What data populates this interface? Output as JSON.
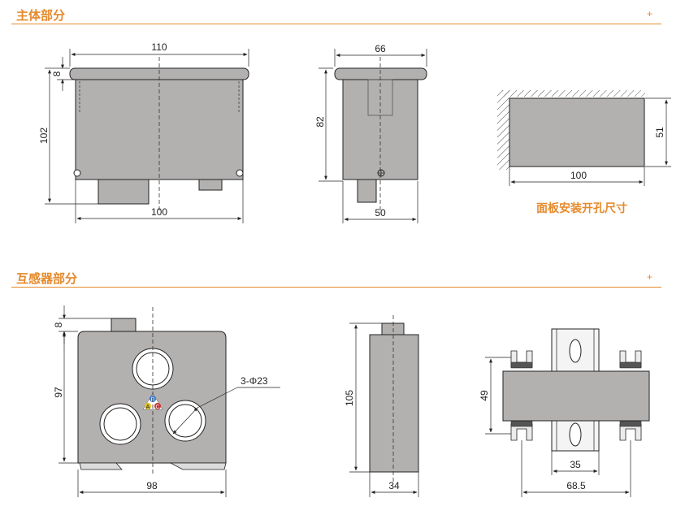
{
  "accent": "#e58a2c",
  "section1": {
    "title": "主体部分",
    "plus": "+"
  },
  "section2": {
    "title": "互感器部分",
    "plus": "+"
  },
  "panel_caption": "面板安装开孔尺寸",
  "dims": {
    "main_front_width_top": "110",
    "main_front_lip": "8",
    "main_front_height": "102",
    "main_front_width_bottom": "100",
    "main_side_width_top": "66",
    "main_side_height": "82",
    "main_side_width_bottom": "50",
    "cutout_height": "51",
    "cutout_width": "100",
    "ct_tab": "8",
    "ct_height": "97",
    "ct_holes": "3-Φ23",
    "ct_width": "98",
    "ct_side_height": "105",
    "ct_side_width": "34",
    "ct_mount_height": "49",
    "ct_rail_width": "35",
    "ct_mount_span": "68.5"
  },
  "phase_labels": {
    "a": "A",
    "b": "B",
    "c": "C"
  }
}
